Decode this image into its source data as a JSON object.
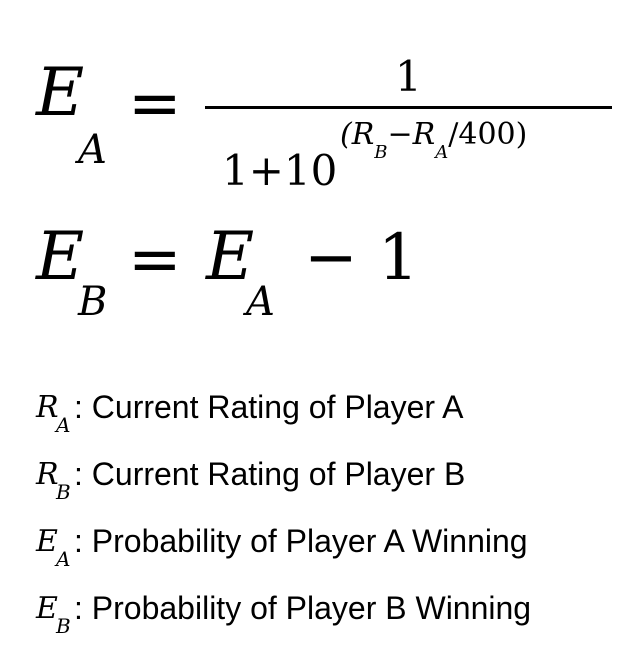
{
  "equation1": {
    "lhs_symbol": "E",
    "lhs_subscript": "A",
    "equals": "=",
    "numerator": "1",
    "denominator_base": "1+10",
    "exponent": {
      "open": "(R",
      "sub_b": "B",
      "mid": "−R",
      "sub_a": "A",
      "close": "/400)"
    }
  },
  "equation2": {
    "lhs_symbol": "E",
    "lhs_subscript": "B",
    "equals": "=",
    "rhs_symbol": "E",
    "rhs_subscript": "A",
    "minus": "−",
    "constant": "1"
  },
  "legend": [
    {
      "symbol": "R",
      "subscript": "A",
      "text": ": Current Rating of Player A"
    },
    {
      "symbol": "R",
      "subscript": "B",
      "text": ": Current Rating of Player B"
    },
    {
      "symbol": "E",
      "subscript": "A",
      "text": ": Probability of Player A Winning"
    },
    {
      "symbol": "E",
      "subscript": "B",
      "text": ": Probability of Player B Winning"
    }
  ]
}
